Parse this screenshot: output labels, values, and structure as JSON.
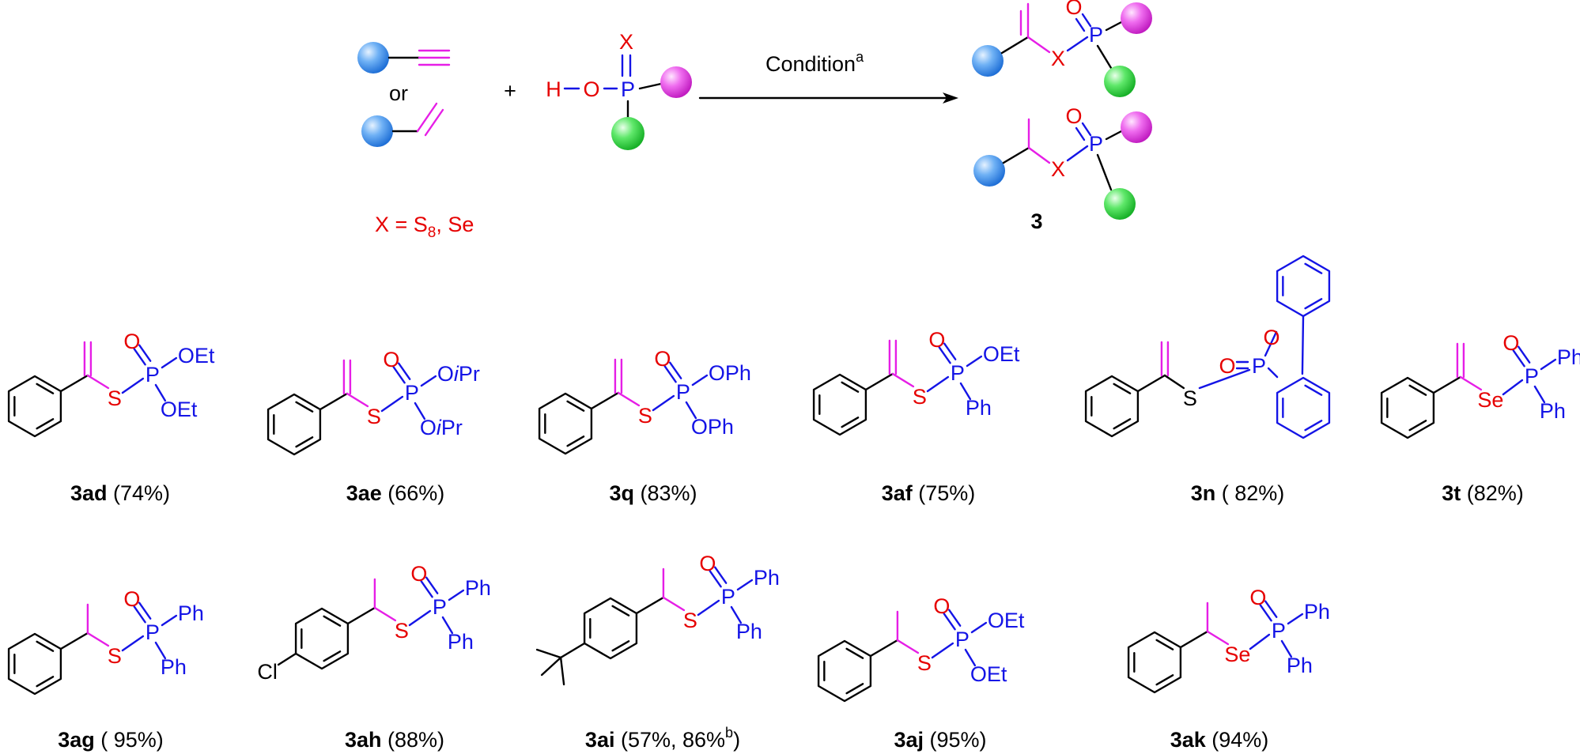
{
  "colors": {
    "bond": "#000000",
    "phosphorus_group": "#1414e6",
    "chalcogen": "#e60000",
    "alkene_unit": "#e61ee6",
    "substituent_blue_sphere": "#3d8ee8",
    "substituent_magenta_sphere": "#e83be8",
    "substituent_green_sphere": "#2fd63f"
  },
  "reaction": {
    "or_label": "or",
    "plus_sign": "+",
    "reagent_H": "H",
    "reagent_O": "O",
    "reagent_P": "P",
    "reagent_X": "X",
    "x_definition": {
      "prefix": "X = S",
      "subscript": "8",
      "suffix": ", Se"
    },
    "arrow_label": {
      "text": "Condition",
      "superscript": "a"
    },
    "product_X": "X",
    "product_O": "O",
    "product_P": "P",
    "product_number": "3"
  },
  "products": [
    {
      "id": "3ad",
      "yield": " (74%)",
      "atoms": {
        "X": "S",
        "O": "O",
        "P": "P",
        "r1": "OEt",
        "r2": "OEt"
      }
    },
    {
      "id": "3ae",
      "yield": " (66%)",
      "atoms": {
        "X": "S",
        "O": "O",
        "P": "P",
        "r1_o": "O",
        "r1_i": "i",
        "r1_rest": "Pr",
        "r2_o": "O",
        "r2_i": "i",
        "r2_rest": "Pr"
      }
    },
    {
      "id": "3q",
      "yield": " (83%)",
      "atoms": {
        "X": "S",
        "O": "O",
        "P": "P",
        "r1": "OPh",
        "r2": "OPh"
      }
    },
    {
      "id": "3af",
      "yield": " (75%)",
      "atoms": {
        "X": "S",
        "O": "O",
        "P": "P",
        "r1": "OEt",
        "r2": "Ph"
      }
    },
    {
      "id": "3n",
      "yield": " ( 82%)",
      "atoms": {
        "X": "S",
        "O": "O",
        "P": "P",
        "ring_O": "O"
      }
    },
    {
      "id": "3t",
      "yield": " (82%)",
      "atoms": {
        "X": "Se",
        "O": "O",
        "P": "P",
        "r1": "Ph",
        "r2": "Ph"
      }
    },
    {
      "id": "3ag",
      "yield": " ( 95%)",
      "atoms": {
        "X": "S",
        "O": "O",
        "P": "P",
        "r1": "Ph",
        "r2": "Ph"
      }
    },
    {
      "id": "3ah",
      "yield": " (88%)",
      "atoms": {
        "X": "S",
        "O": "O",
        "P": "P",
        "r1": "Ph",
        "r2": "Ph",
        "aryl_substituent": "Cl"
      }
    },
    {
      "id": "3ai",
      "yield": " (57%, 86%",
      "yield_superscript": "b",
      "yield_close": ")",
      "atoms": {
        "X": "S",
        "O": "O",
        "P": "P",
        "r1": "Ph",
        "r2": "Ph"
      }
    },
    {
      "id": "3aj",
      "yield": " (95%)",
      "atoms": {
        "X": "S",
        "O": "O",
        "P": "P",
        "r1": "OEt",
        "r2": "OEt"
      }
    },
    {
      "id": "3ak",
      "yield": " (94%)",
      "atoms": {
        "X": "Se",
        "O": "O",
        "P": "P",
        "r1": "Ph",
        "r2": "Ph"
      }
    }
  ]
}
